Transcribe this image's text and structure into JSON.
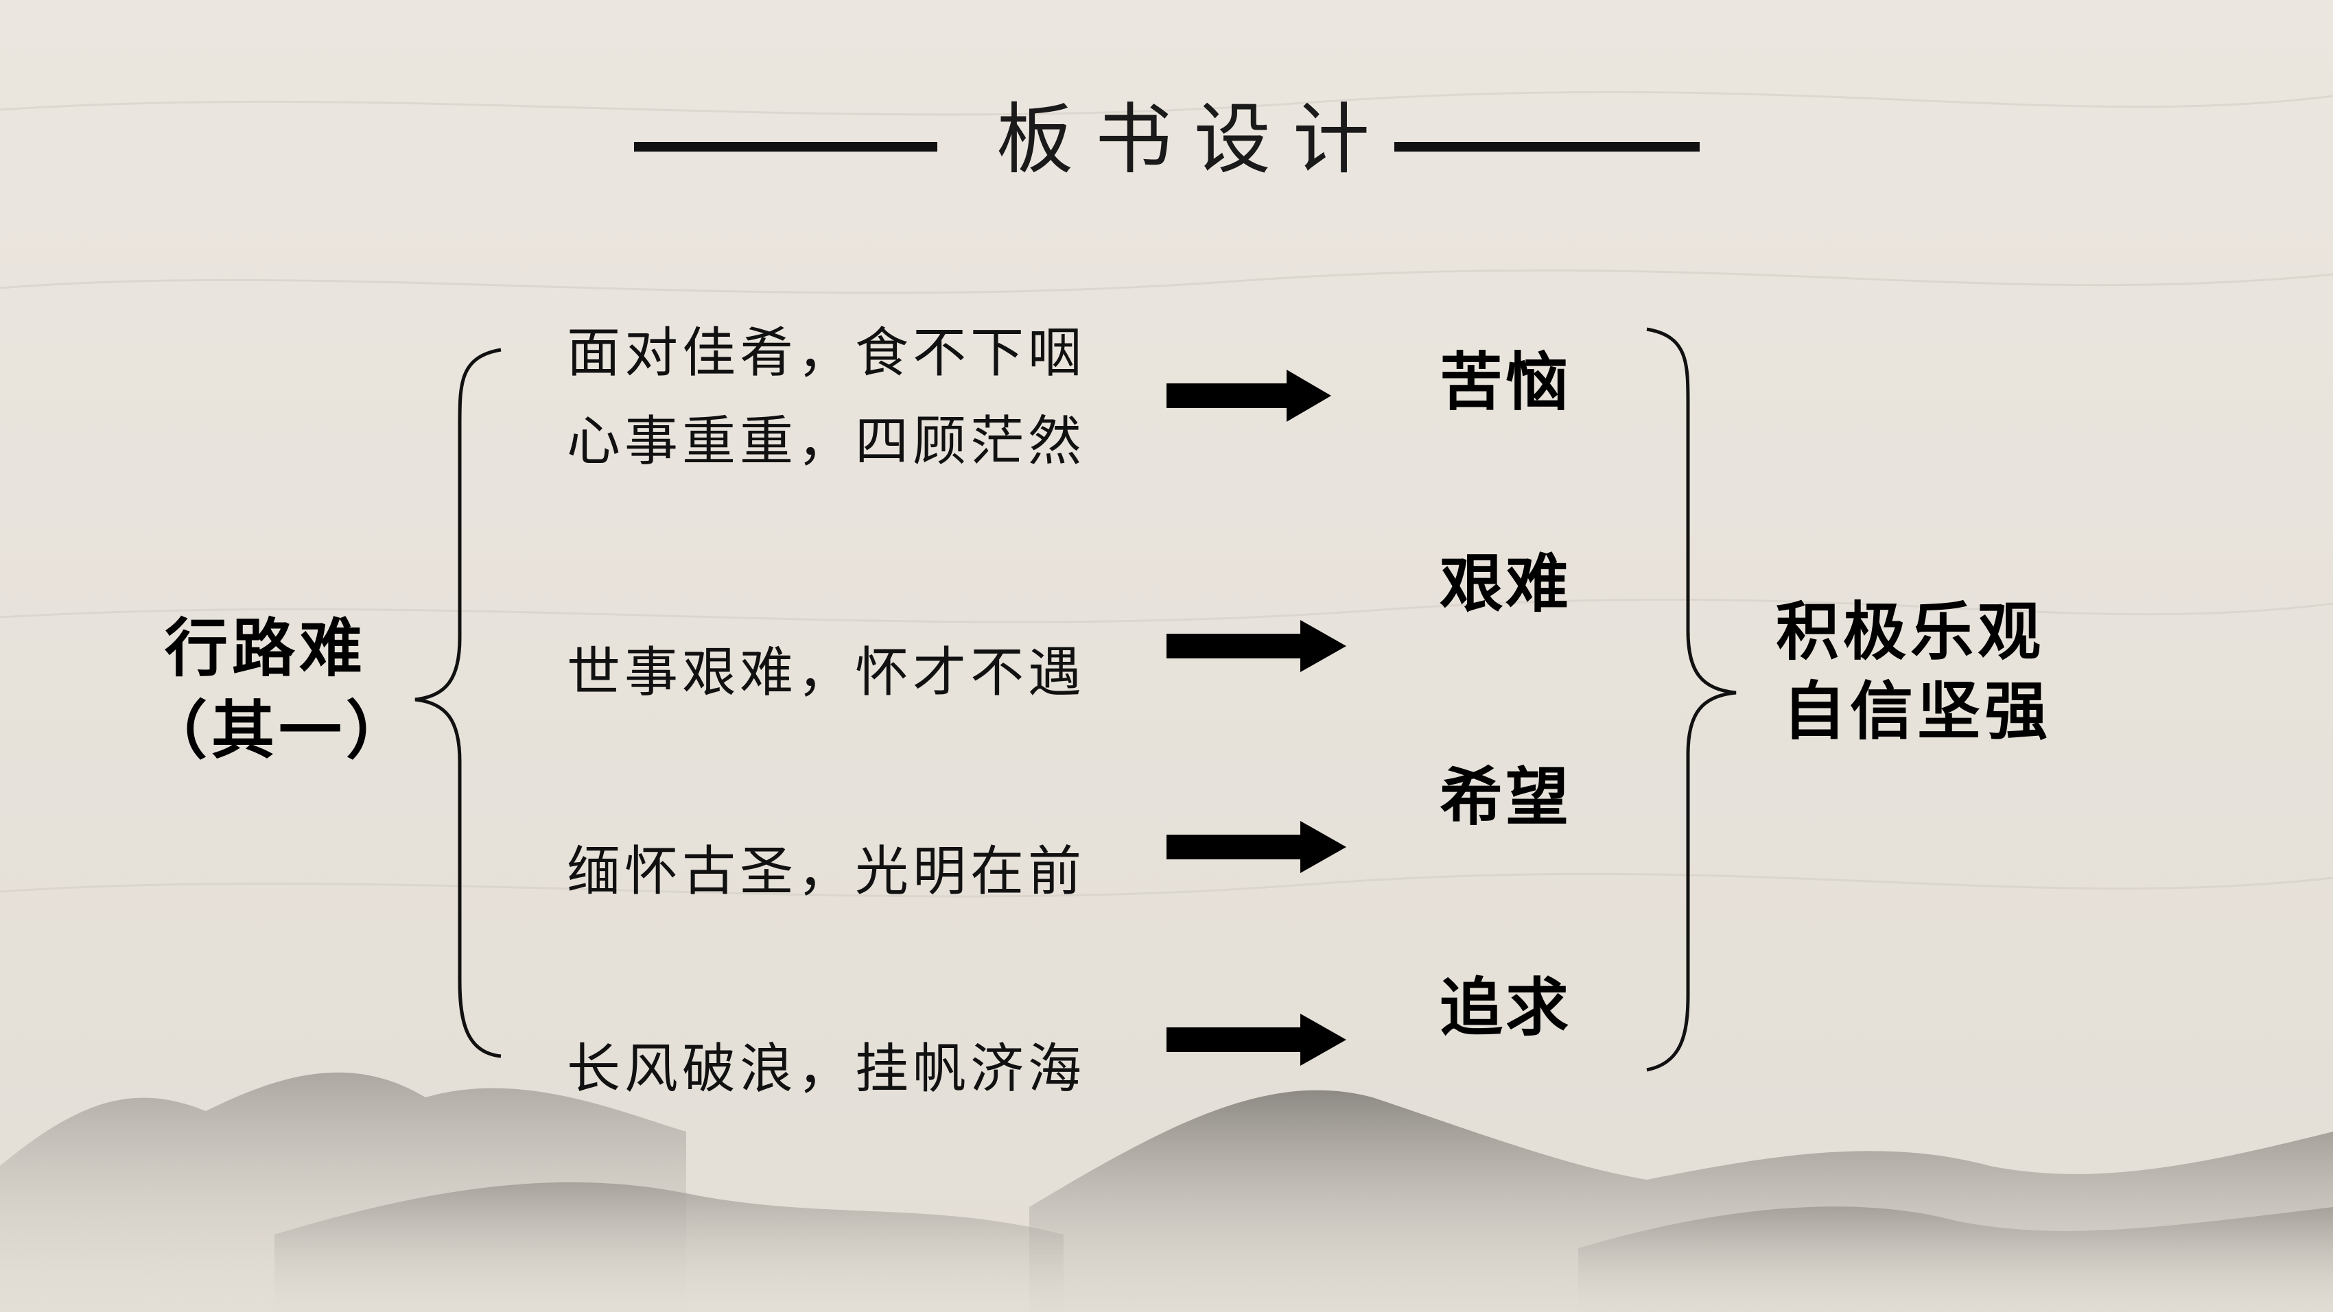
{
  "title": "板书设计",
  "left_label": {
    "line1": "行路难",
    "line2": "（其一）"
  },
  "lines": [
    "面对佳肴，食不下咽",
    "心事重重，四顾茫然",
    "世事艰难，怀才不遇",
    "缅怀古圣，光明在前",
    "长风破浪，挂帆济海"
  ],
  "keywords": [
    "苦恼",
    "艰难",
    "希望",
    "追求"
  ],
  "right_label": {
    "line1": "积极乐观",
    "line2": "自信坚强"
  },
  "colors": {
    "paper": "#e9e4dc",
    "ink": "#111111",
    "mountain": "#8f8a84"
  }
}
